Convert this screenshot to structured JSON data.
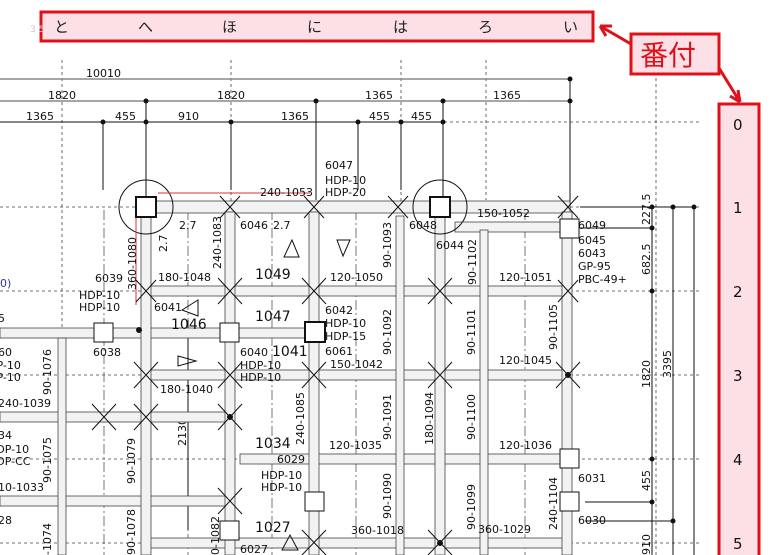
{
  "banner": {
    "kana": [
      "と",
      "へ",
      "ほ",
      "に",
      "は",
      "ろ",
      "い"
    ],
    "faint_prefix": "3 5"
  },
  "callout": {
    "label": "番付"
  },
  "row_numbers": [
    "0",
    "1",
    "2",
    "3",
    "4",
    "5"
  ],
  "dimensions": {
    "top_total": "10010",
    "top_row2": [
      "1820",
      "1820",
      "1365",
      "1365"
    ],
    "top_row3": [
      "1365",
      "455",
      "910",
      "1365",
      "455",
      "455"
    ],
    "right": [
      "227.5",
      "682.5",
      "1820",
      "3395",
      "455",
      "910"
    ],
    "left_vertical": "2130"
  },
  "labels": [
    "6047",
    "HDP-10",
    "HDP-20",
    "240-1053",
    "2.7",
    "6046",
    "2.7",
    "2.7",
    "360-1080",
    "240-1083",
    "90-1093",
    "150-1052",
    "6049",
    "6048",
    "6044",
    "90-1102",
    "6045",
    "6043",
    "GP-95",
    "PBC-49+",
    "6039",
    "HDP-10",
    "HDP-10",
    "180-1048",
    "1049",
    "120-1050",
    "120-1051",
    "90-1105",
    "6042",
    "HDP-10",
    "HDP-15",
    "1047",
    "1046",
    "6041",
    "90-1092",
    "90-1101",
    "6038",
    "6040",
    "1041",
    "HDP-10",
    "HDP-10",
    "6061",
    "150-1042",
    "120-1045",
    "180-1040",
    "90-1076",
    "240-1039",
    "90-1091",
    "180-1094",
    "90-1100",
    "240-1085",
    "90-1079",
    "1034",
    "120-1035",
    "120-1036",
    "6029",
    "HDP-10",
    "HDP-10",
    "90-1075",
    "10-1033",
    "HDP-10",
    "HDP-CC",
    "6031",
    "90-1090",
    "90-1099",
    "240-1104",
    "6030",
    "1027",
    "360-1018",
    "360-1029",
    "90-1078",
    "-1074",
    "6027",
    "0-1082",
    "60",
    "DP-10",
    "DP-10",
    "34",
    "28",
    "0)",
    "5"
  ],
  "colors": {
    "accent_red": "#e0101a",
    "banner_fill": "#fde0e6",
    "link_blue": "#3333aa"
  }
}
